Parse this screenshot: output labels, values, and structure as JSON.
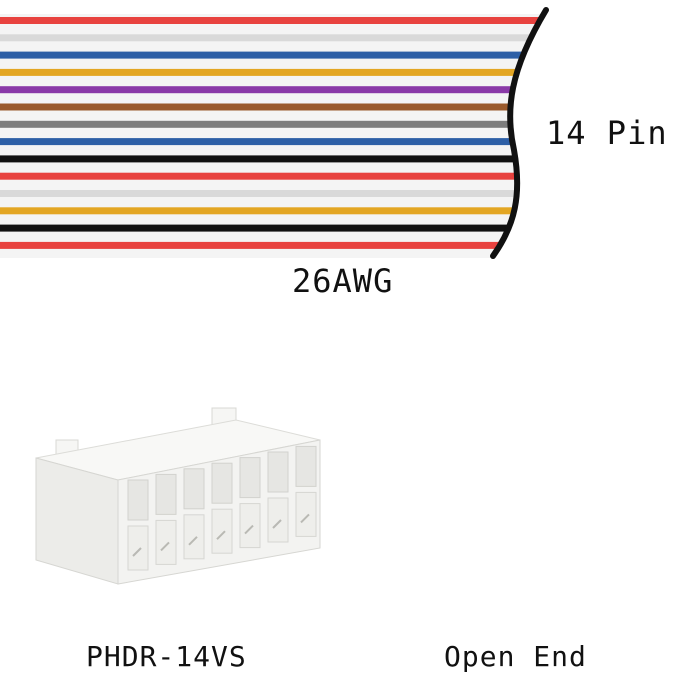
{
  "labels": {
    "pin_count": "14 Pin",
    "wire_gauge": "26AWG",
    "connector": "PHDR-14VS",
    "end_type": "Open End"
  },
  "cable": {
    "wire_colors": [
      "#e8423f",
      "#d9d9d9",
      "#2d5fa6",
      "#e3a623",
      "#8a3aa8",
      "#9a5a2c",
      "#7d7d7d",
      "#2d5fa6",
      "#111111",
      "#e8423f",
      "#d9d9d9",
      "#e3a623",
      "#111111",
      "#e8423f"
    ],
    "stripe_color": "#f4f4f4",
    "cut_line_color": "#111111"
  },
  "connector": {
    "body_color": "#f3f3f1",
    "shadow_color": "#d9d9d6",
    "slot_count": 7
  }
}
